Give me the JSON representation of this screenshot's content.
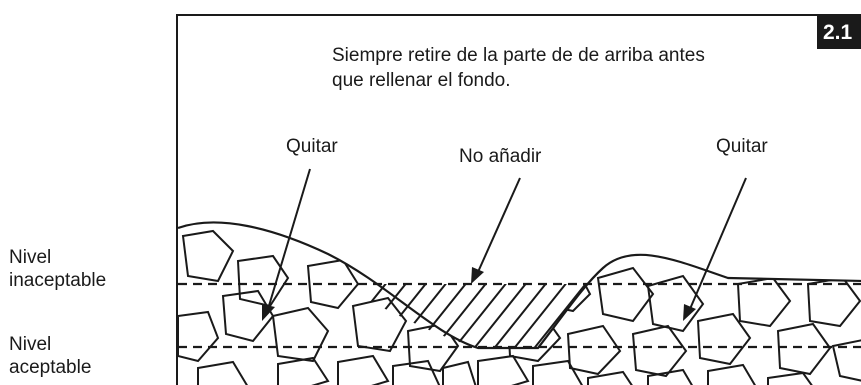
{
  "left_labels": {
    "unacceptable": [
      "Nivel",
      "inaceptable"
    ],
    "acceptable": [
      "Nivel",
      "aceptable"
    ]
  },
  "panel": {
    "figure_number": "2.1",
    "instruction": [
      "Siempre retire de la parte de de arriba antes",
      "que rellenar el fondo."
    ],
    "callouts": {
      "remove_left": "Quitar",
      "do_not_add": "No añadir",
      "remove_right": "Quitar"
    }
  },
  "colors": {
    "ink": "#1a1a1a",
    "background": "#ffffff"
  }
}
